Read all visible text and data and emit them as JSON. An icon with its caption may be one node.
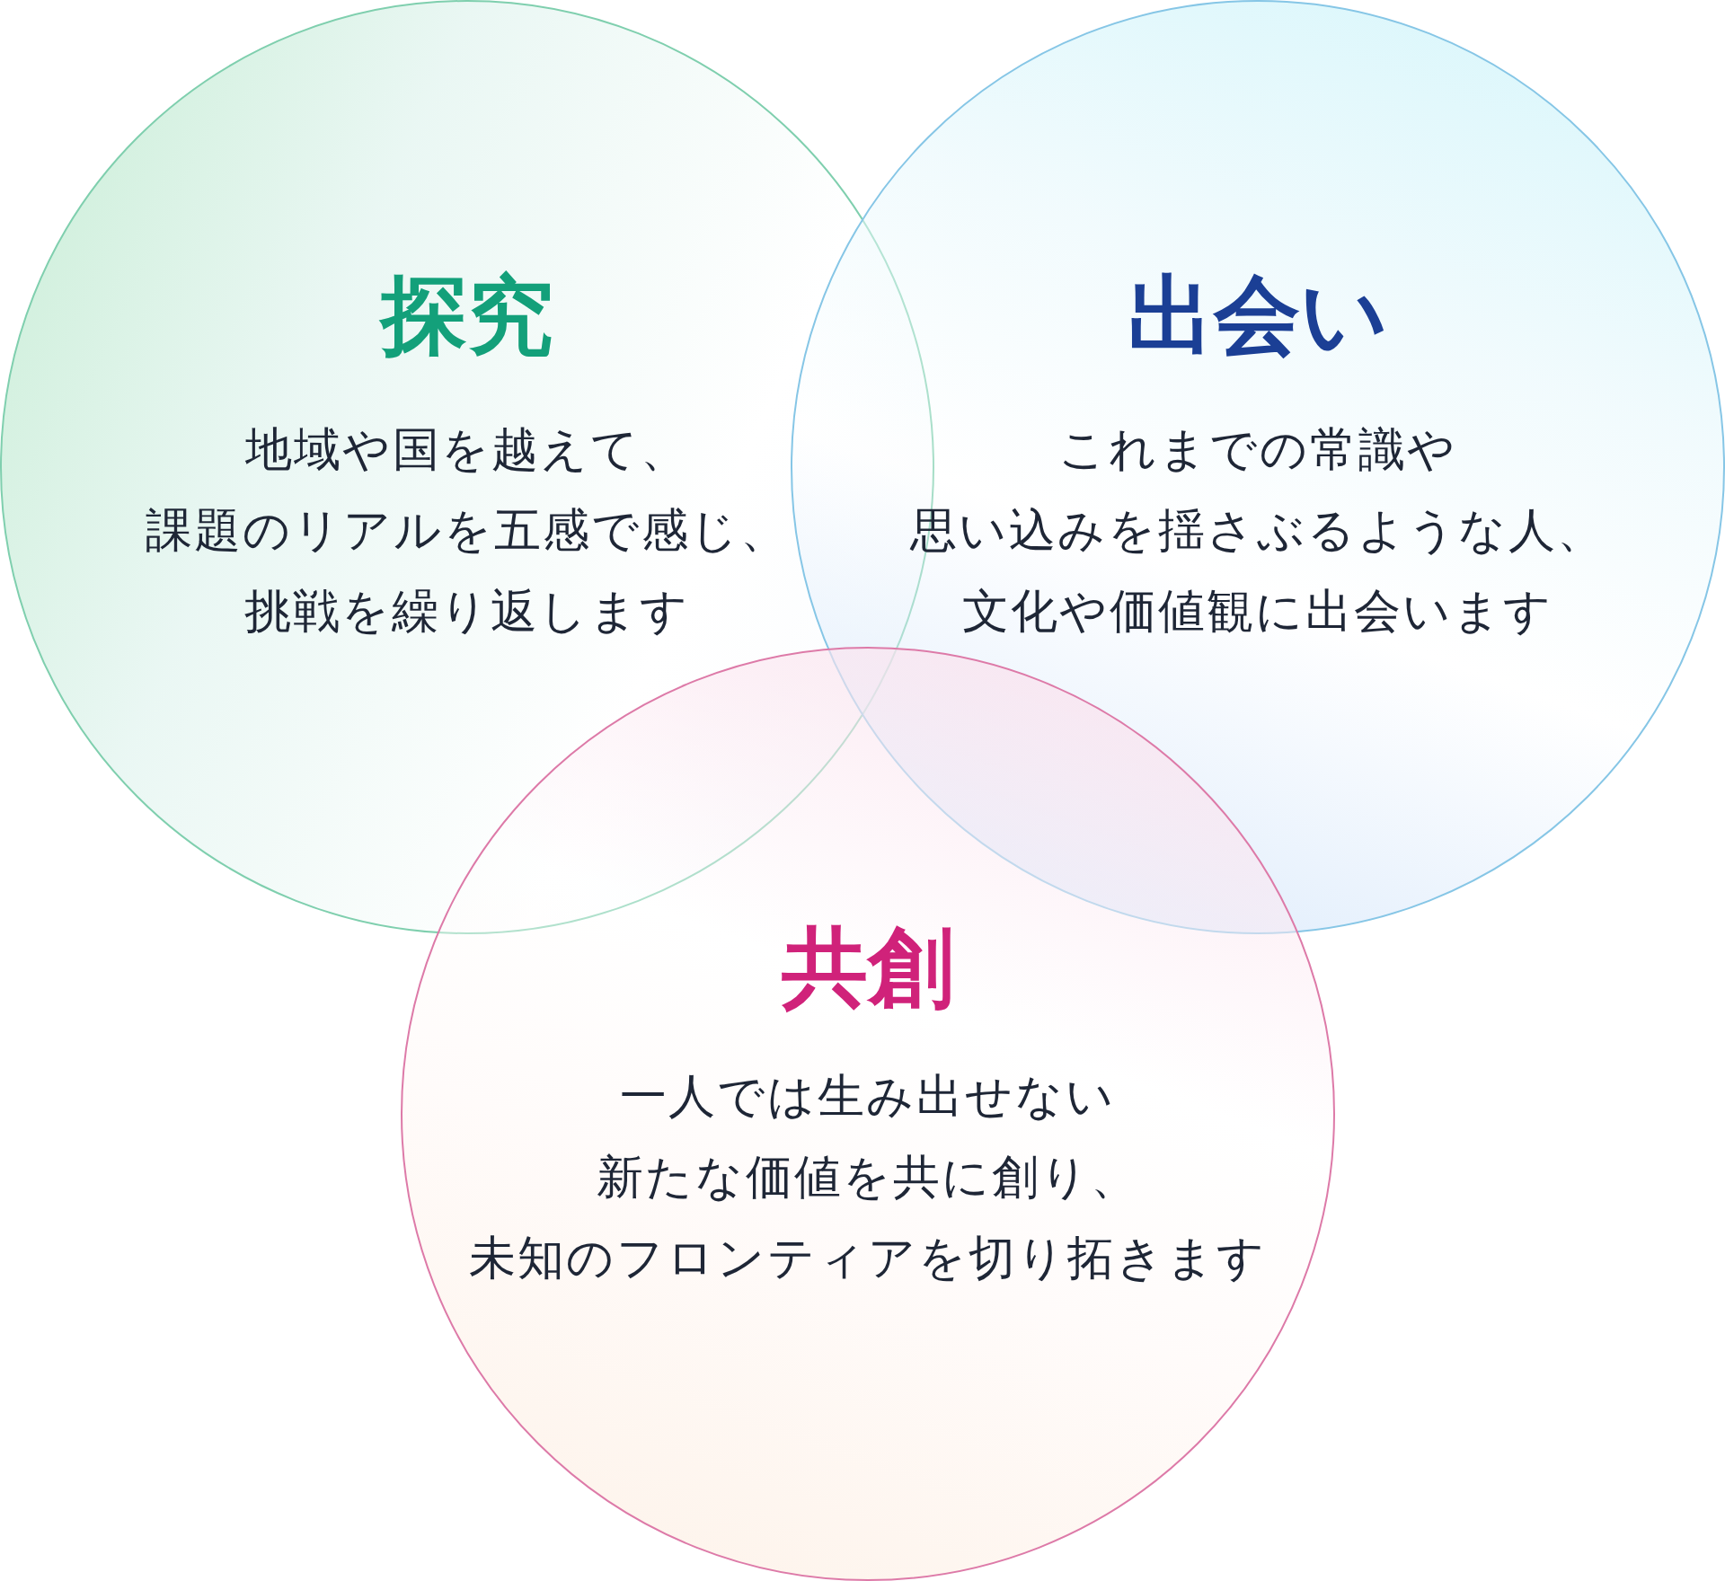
{
  "diagram": {
    "nodes": [
      {
        "text": [
          "探究",
          "地域や国を越えて、課題のリアルを五感で感じ、挑戦を繰り返します"
        ]
      },
      {
        "text": [
          "出会い",
          "これまでの常識や思い込みを揺さぶるような人、文化や価値観に出会います"
        ]
      },
      {
        "text": [
          "共創",
          "一人では生み出せない新たな価値を共に創り、未知のフロンティアを切り拓きます"
        ]
      }
    ]
  }
}
